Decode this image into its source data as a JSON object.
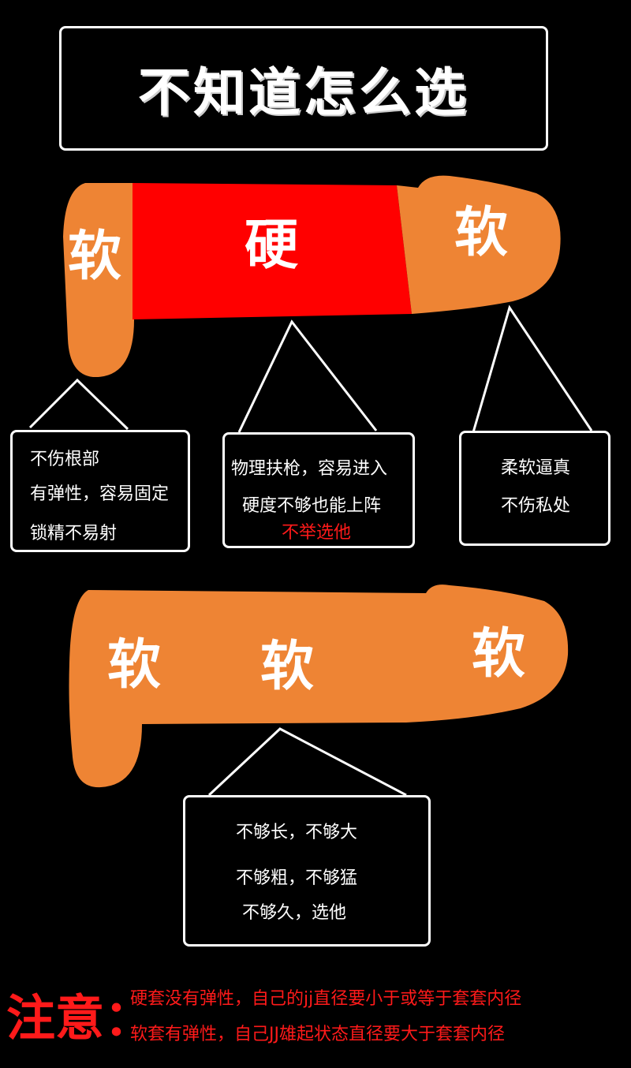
{
  "title": "不知道怎么选",
  "product_hard": {
    "zones": [
      "软",
      "硬",
      "软"
    ],
    "base_box": [
      "不伤根部",
      "有弹性，容易固定",
      "锁精不易射"
    ],
    "middle_box": [
      "物理扶枪，容易进入",
      "硬度不够也能上阵",
      "不举选他"
    ],
    "tip_box": [
      "柔软逼真",
      "不伤私处"
    ]
  },
  "product_soft": {
    "zones": [
      "软",
      "软",
      "软"
    ],
    "box": [
      "不够长，不够大",
      "不够粗，不够猛",
      "不够久，选他"
    ]
  },
  "note": {
    "label": "注意：",
    "lines": [
      "硬套没有弹性，自己的jj直径要小于或等于套套内径",
      "软套有弹性，自己JJ雄起状态直径要大于套套内径"
    ]
  },
  "colors": {
    "skin": "#ee8434",
    "hard": "#ff0000",
    "note": "#ff1a1a",
    "background": "#000000"
  }
}
